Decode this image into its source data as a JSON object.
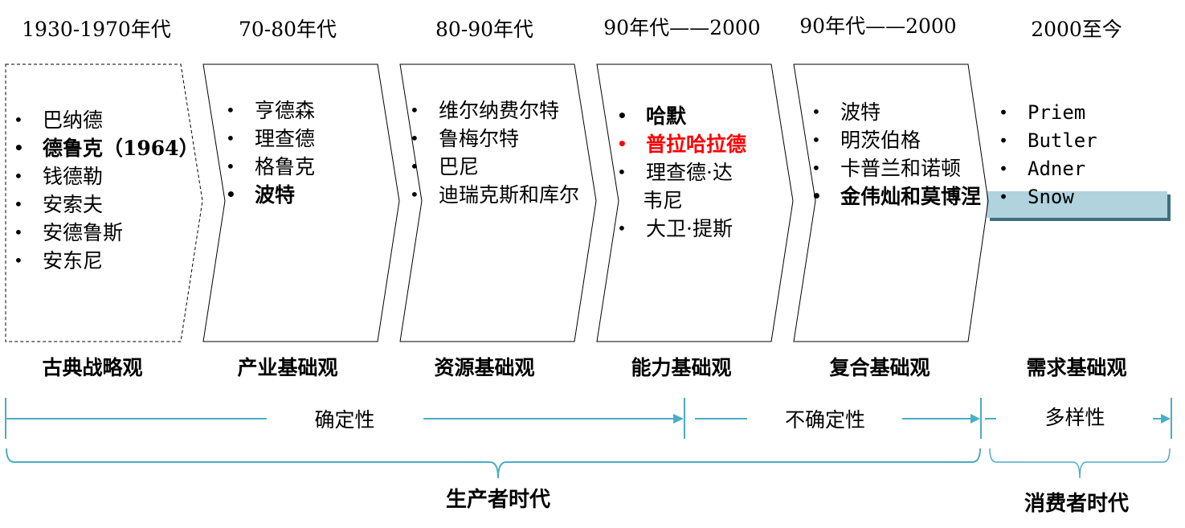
{
  "periods": [
    {
      "header": "1930-1970年代",
      "label": "古典战略观",
      "items": [
        {
          "text": "巴纳德",
          "style": "normal"
        },
        {
          "text": "德鲁克（1964）",
          "style": "bold"
        },
        {
          "text": "钱德勒",
          "style": "normal"
        },
        {
          "text": "安索夫",
          "style": "normal"
        },
        {
          "text": "安德鲁斯",
          "style": "normal"
        },
        {
          "text": "安东尼",
          "style": "normal"
        }
      ]
    },
    {
      "header": "70-80年代",
      "label": "产业基础观",
      "items": [
        {
          "text": "亨德森",
          "style": "normal"
        },
        {
          "text": "理查德",
          "style": "normal"
        },
        {
          "text": "格鲁克",
          "style": "normal"
        },
        {
          "text": "波特",
          "style": "bold"
        }
      ]
    },
    {
      "header": "80-90年代",
      "label": "资源基础观",
      "items": [
        {
          "text": "维尔纳费尔特",
          "style": "normal"
        },
        {
          "text": "鲁梅尔特",
          "style": "normal"
        },
        {
          "text": "巴尼",
          "style": "normal"
        },
        {
          "text": "迪瑞克斯和库尔",
          "style": "normal"
        }
      ]
    },
    {
      "header": "90年代——2000",
      "label": "能力基础观",
      "items": [
        {
          "text": "哈默",
          "style": "bold"
        },
        {
          "text": "普拉哈拉德",
          "style": "red"
        },
        {
          "text": "理查德·达",
          "style": "normal"
        },
        {
          "text": "韦尼",
          "style": "continuation"
        },
        {
          "text": "大卫·提斯",
          "style": "normal"
        }
      ]
    },
    {
      "header": "90年代——2000",
      "label": "复合基础观",
      "items": [
        {
          "text": "波特",
          "style": "normal"
        },
        {
          "text": "明茨伯格",
          "style": "normal"
        },
        {
          "text": "卡普兰和诺顿",
          "style": "normal"
        },
        {
          "text": "金伟灿和莫博涅",
          "style": "bold"
        }
      ]
    },
    {
      "header": "2000至今",
      "label": "需求基础观",
      "items": [
        {
          "text": "Priem",
          "style": "normal"
        },
        {
          "text": "Butler",
          "style": "normal"
        },
        {
          "text": "Adner",
          "style": "normal"
        },
        {
          "text": "Snow",
          "style": "normal"
        }
      ]
    }
  ],
  "spans": {
    "certainty": "确定性",
    "uncertainty": "不确定性",
    "diversity": "多样性"
  },
  "eras": {
    "producer": "生产者时代",
    "consumer": "消费者时代"
  },
  "colors": {
    "accent": "#4bacc6",
    "highlight_fill": "#b0d3de",
    "highlight_shadow": "#3d6f80",
    "emphasis": "#ff0000"
  }
}
